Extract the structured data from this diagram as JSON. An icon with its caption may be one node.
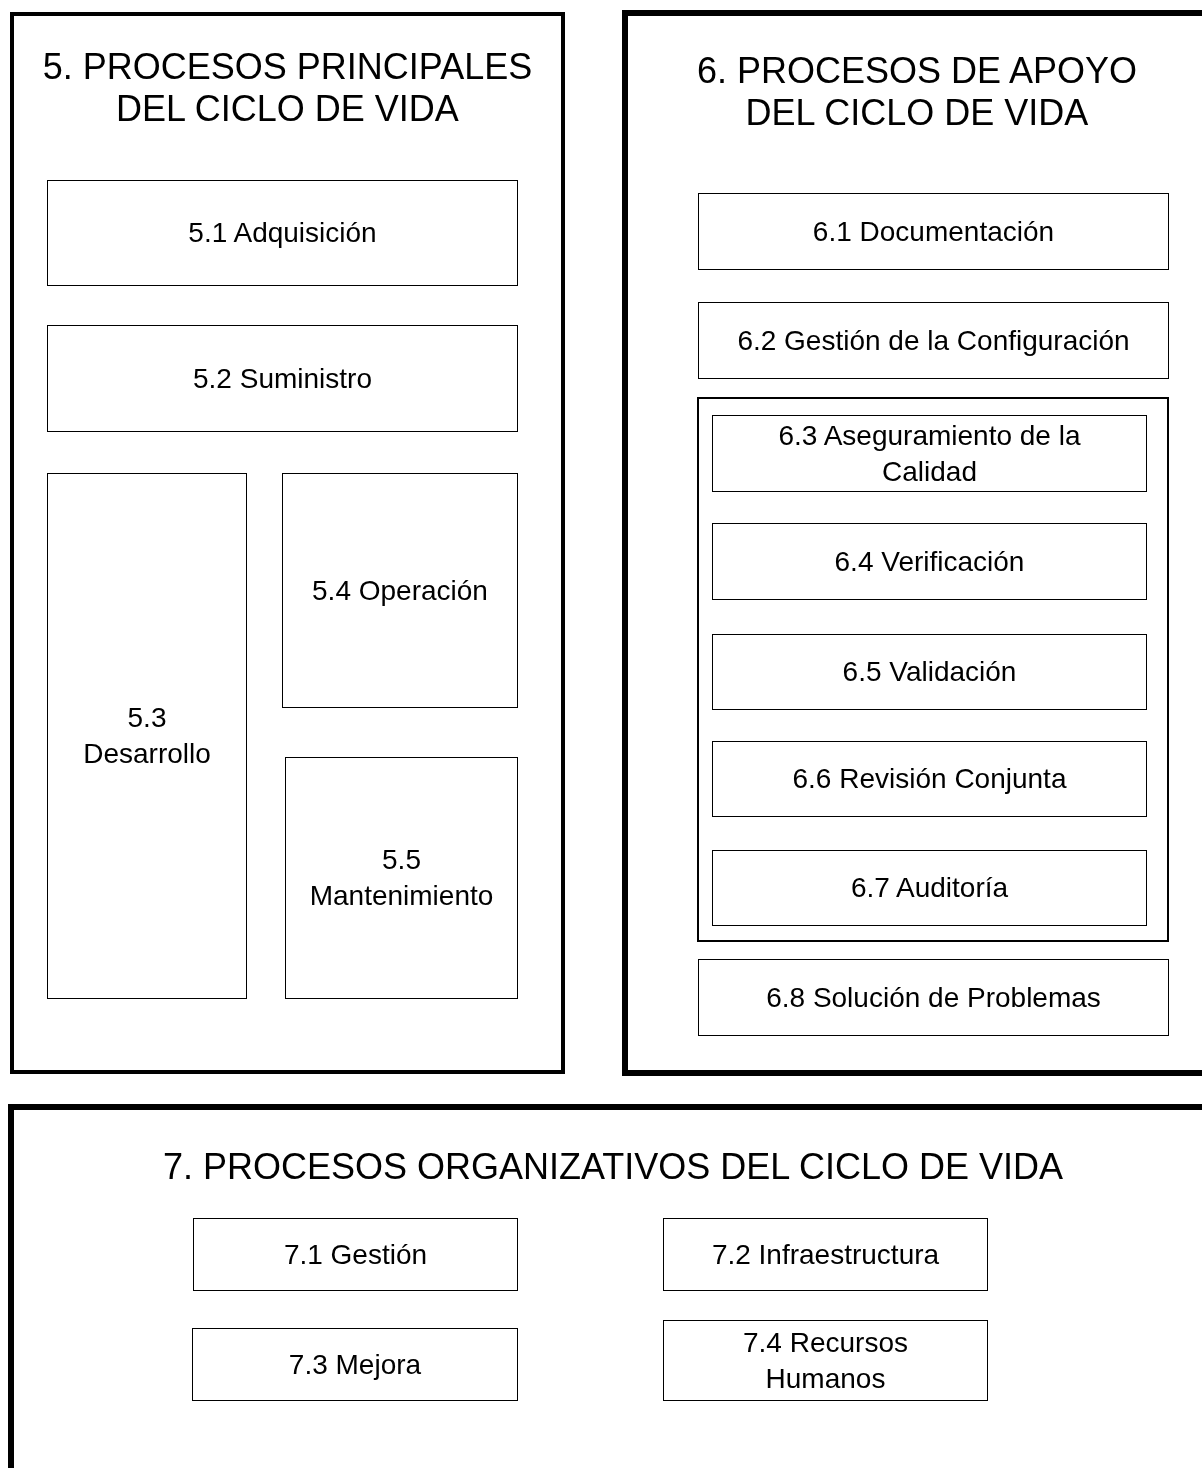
{
  "diagram": {
    "nodes": [
      {
        "text": [
          "5. PROCESOS PRINCIPALES DEL CICLO DE VIDA"
        ]
      },
      {
        "text": [
          "5.1 Adquisición"
        ],
        "in": 0
      },
      {
        "text": [
          "5.2 Suministro"
        ],
        "in": 0
      },
      {
        "text": [
          "5.3 Desarrollo"
        ],
        "in": 0
      },
      {
        "text": [
          "5.4 Operación"
        ],
        "in": 0
      },
      {
        "text": [
          "5.5 Mantenimiento"
        ],
        "in": 0
      },
      {
        "text": [
          "6. PROCESOS DE APOYO DEL CICLO DE VIDA"
        ]
      },
      {
        "text": [
          "6.1 Documentación"
        ],
        "in": 6
      },
      {
        "text": [
          "6.2 Gestión de la Configuración"
        ],
        "in": 6
      },
      {
        "text": [],
        "shape": "box",
        "in": 6
      },
      {
        "text": [
          "6.3 Aseguramiento de la Calidad"
        ],
        "in": 9
      },
      {
        "text": [
          "6.4 Verificación"
        ],
        "in": 9
      },
      {
        "text": [
          "6.5 Validación"
        ],
        "in": 9
      },
      {
        "text": [
          "6.6 Revisión Conjunta"
        ],
        "in": 9
      },
      {
        "text": [
          "6.7 Auditoría"
        ],
        "in": 9
      },
      {
        "text": [
          "6.8 Solución de Problemas"
        ],
        "in": 6
      },
      {
        "text": [
          "7. PROCESOS ORGANIZATIVOS DEL CICLO DE VIDA"
        ]
      },
      {
        "text": [
          "7.1 Gestión"
        ],
        "in": 16
      },
      {
        "text": [
          "7.2 Infraestructura"
        ],
        "in": 16
      },
      {
        "text": [
          "7.3 Mejora"
        ],
        "in": 16
      },
      {
        "text": [
          "7.4 Recursos Humanos"
        ],
        "in": 16
      }
    ]
  }
}
